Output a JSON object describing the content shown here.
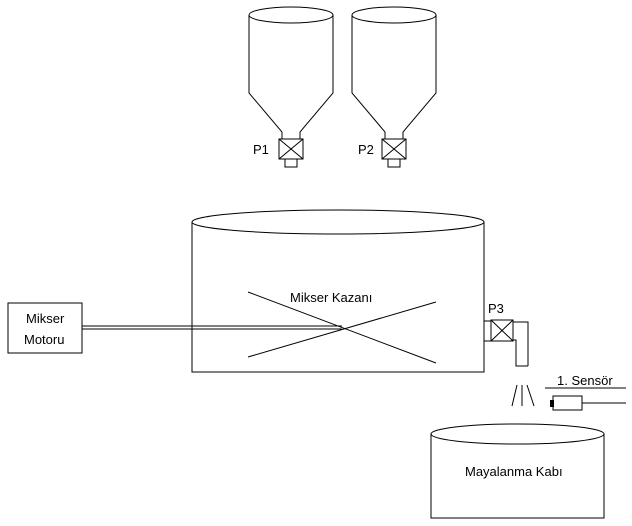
{
  "labels": {
    "p1": "P1",
    "p2": "P2",
    "p3": "P3",
    "mixer_tank": "Mikser Kazanı",
    "mixer_motor_line1": "Mikser",
    "mixer_motor_line2": "Motoru",
    "sensor": "1. Sensör",
    "fermentation_vessel": "Mayalanma Kabı"
  },
  "colors": {
    "stroke": "#000000",
    "background": "#ffffff"
  }
}
